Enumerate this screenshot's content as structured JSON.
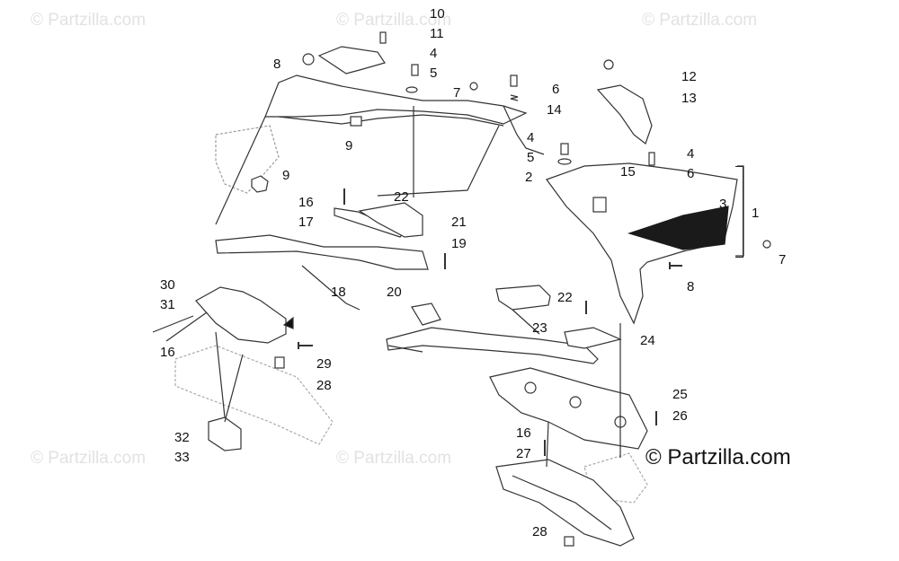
{
  "watermark": {
    "text": "© Partzilla.com",
    "main_text": "© Partzilla.com"
  },
  "callouts": {
    "c1": "1",
    "c2": "2",
    "c3": "3",
    "c4a": "4",
    "c4b": "4",
    "c4c": "4",
    "c5a": "5",
    "c5b": "5",
    "c6a": "6",
    "c6b": "6",
    "c7a": "7",
    "c7b": "7",
    "c8a": "8",
    "c8b": "8",
    "c9a": "9",
    "c9b": "9",
    "c10": "10",
    "c11": "11",
    "c12": "12",
    "c13": "13",
    "c14": "14",
    "c15": "15",
    "c16a": "16",
    "c16b": "16",
    "c16c": "16",
    "c17": "17",
    "c18": "18",
    "c19": "19",
    "c20": "20",
    "c21": "21",
    "c22a": "22",
    "c22b": "22",
    "c23": "23",
    "c24": "24",
    "c25": "25",
    "c26": "26",
    "c27": "27",
    "c28a": "28",
    "c28b": "28",
    "c29": "29",
    "c30": "30",
    "c31": "31",
    "c32": "32",
    "c33": "33"
  },
  "colors": {
    "line": "#333333",
    "fill": "#ffffff",
    "dark_fill": "#1a1a1a",
    "watermark": "#e2e2e2"
  }
}
